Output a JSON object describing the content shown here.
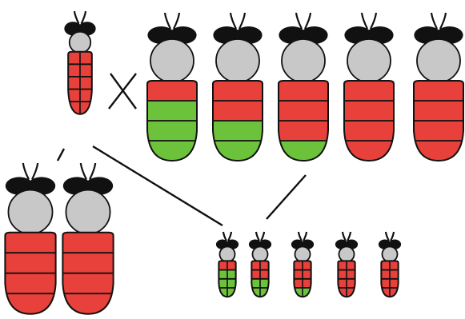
{
  "colors": {
    "red": "#e8403a",
    "green": "#6cc23a",
    "head": "#c8c8c8",
    "eye": "#111111",
    "outline": "#111111",
    "background": "#ffffff"
  },
  "figures": [
    {
      "id": "male-parent",
      "role": "male-parent",
      "pattern": [
        "red",
        "red",
        "red",
        "red",
        "red"
      ]
    },
    {
      "id": "female-1",
      "role": "female",
      "pattern": [
        "red",
        "green",
        "green",
        "green"
      ]
    },
    {
      "id": "female-2",
      "role": "female",
      "pattern": [
        "red",
        "red",
        "green",
        "green"
      ]
    },
    {
      "id": "female-3",
      "role": "female",
      "pattern": [
        "red",
        "red",
        "red",
        "green"
      ]
    },
    {
      "id": "female-4",
      "role": "female",
      "pattern": [
        "red",
        "red",
        "red",
        "red"
      ]
    },
    {
      "id": "female-5",
      "role": "female",
      "pattern": [
        "red",
        "red",
        "red",
        "red"
      ]
    },
    {
      "id": "son-1",
      "role": "large-offspring",
      "pattern": [
        "red",
        "red",
        "red",
        "red"
      ]
    },
    {
      "id": "son-2",
      "role": "large-offspring",
      "pattern": [
        "red",
        "red",
        "red",
        "red"
      ]
    },
    {
      "id": "small-1",
      "role": "small-offspring",
      "pattern": [
        "red",
        "green",
        "green",
        "green"
      ]
    },
    {
      "id": "small-2",
      "role": "small-offspring",
      "pattern": [
        "red",
        "red",
        "green",
        "green"
      ]
    },
    {
      "id": "small-3",
      "role": "small-offspring",
      "pattern": [
        "red",
        "red",
        "red",
        "green"
      ]
    },
    {
      "id": "small-4",
      "role": "small-offspring",
      "pattern": [
        "red",
        "red",
        "red",
        "red"
      ]
    },
    {
      "id": "small-5",
      "role": "small-offspring",
      "pattern": [
        "red",
        "red",
        "red",
        "red"
      ]
    }
  ],
  "connectors": [
    "cross-mark",
    "line-to-large-offspring",
    "line-to-small-offspring",
    "line-from-females"
  ]
}
